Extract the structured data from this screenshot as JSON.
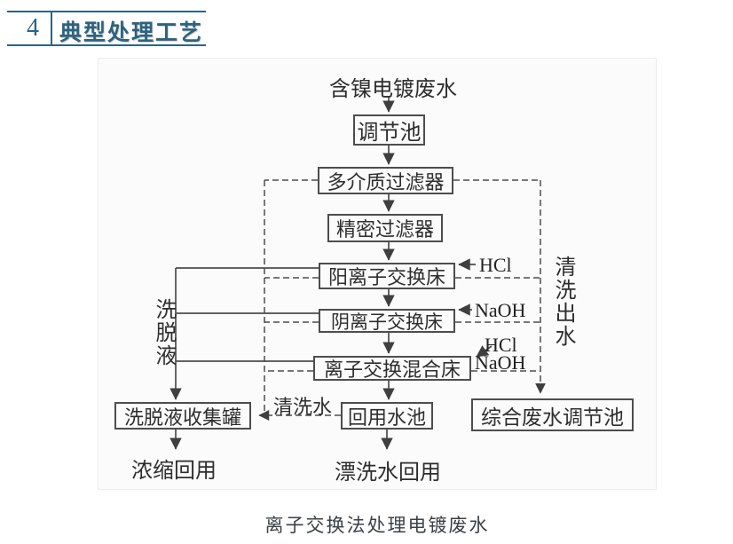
{
  "header": {
    "number": "4",
    "title": "典型处理工艺"
  },
  "diagram": {
    "top_label": "含镍电镀废水",
    "boxes": {
      "regulating_tank": "调节池",
      "multimedia_filter": "多介质过滤器",
      "precision_filter": "精密过滤器",
      "cation_bed": "阳离子交换床",
      "anion_bed": "阴离子交换床",
      "mixed_bed": "离子交换混合床",
      "eluent_tank": "洗脱液收集罐",
      "reuse_pool": "回用水池",
      "comprehensive_tank": "综合废水调节池"
    },
    "labels": {
      "eluent": "洗脱液",
      "washing_effluent": "清洗出水",
      "washing_water": "清洗水",
      "hcl_cation": "HCl",
      "naoh_anion": "NaOH",
      "hcl_mixed": "HCl",
      "naoh_mixed": "NaOH",
      "concentrate_reuse": "浓缩回用",
      "rinse_reuse": "漂洗水回用"
    },
    "caption": "离子交换法处理电镀废水"
  },
  "colors": {
    "accent_blue": "#2d6380",
    "diagram_line": "#4d4d4d",
    "diagram_text": "#2e2e2e",
    "caption_text": "#3a4046",
    "figure_bg": "#fbfbfb"
  }
}
